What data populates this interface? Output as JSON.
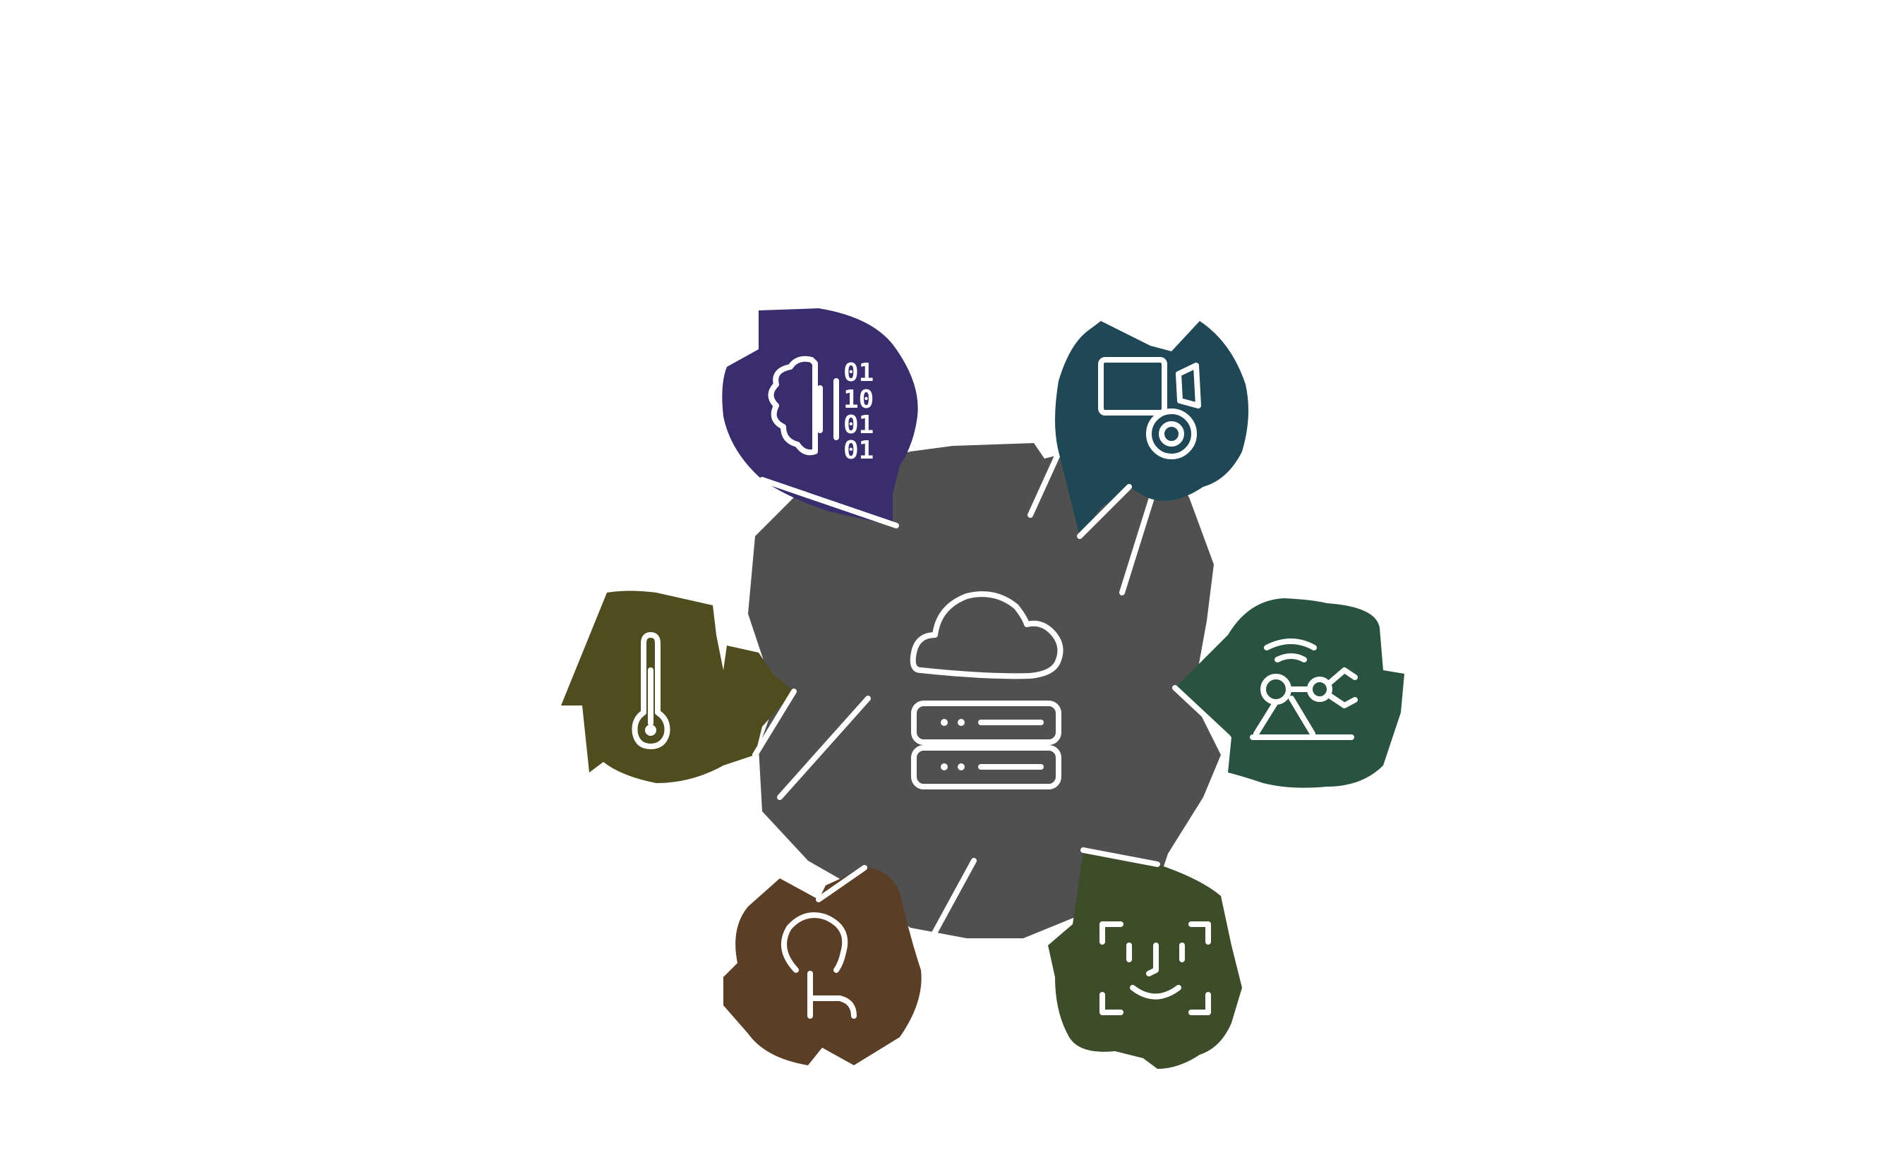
{
  "diagram": {
    "hub": {
      "icon": "cloud-server-icon",
      "color": "#505050"
    },
    "nodes": [
      {
        "id": "machine-learning",
        "icon": "brain-binary-icon",
        "color": "#3a2d6e",
        "bits": [
          "01",
          "10",
          "01",
          "01"
        ]
      },
      {
        "id": "computer-vision",
        "icon": "camera-video-icon",
        "color": "#1f4756"
      },
      {
        "id": "robotics",
        "icon": "robot-arm-wifi-icon",
        "color": "#2a5240"
      },
      {
        "id": "biometrics",
        "icon": "face-scan-icon",
        "color": "#3d4d2a"
      },
      {
        "id": "touch",
        "icon": "touch-tap-icon",
        "color": "#5a3e26"
      },
      {
        "id": "temperature-sensor",
        "icon": "thermometer-icon",
        "color": "#4f4d20"
      }
    ],
    "background": "#ffffff",
    "line_color": "#ffffff"
  }
}
